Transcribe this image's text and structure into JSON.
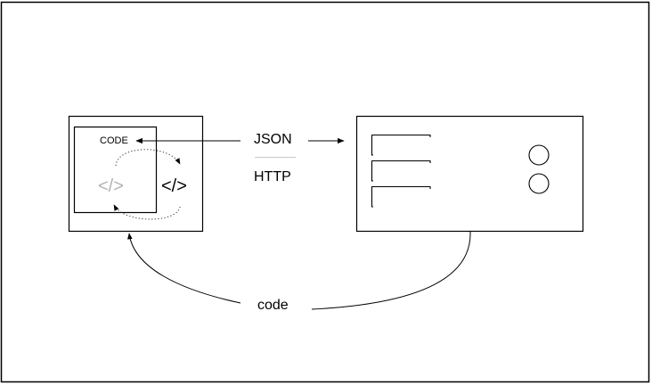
{
  "diagram": {
    "client_box": {
      "inner_label": "CODE",
      "code_symbol_faded": "</>",
      "code_symbol": "</>"
    },
    "transport": {
      "top_label": "JSON",
      "bottom_label": "HTTP"
    },
    "server_form": {
      "field_count": 3,
      "button_count": 2
    },
    "feedback_label": "code",
    "colors": {
      "stroke": "#000000",
      "faded_text": "#b3b3b3",
      "divider": "#c8c8c8",
      "background": "#ffffff"
    }
  }
}
